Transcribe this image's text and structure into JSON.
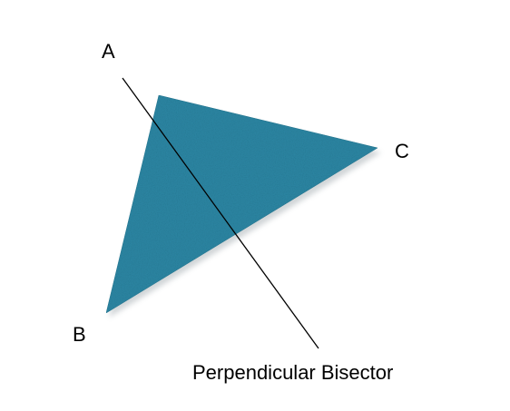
{
  "diagram": {
    "labels": {
      "a": "A",
      "b": "B",
      "c": "C",
      "caption": "Perpendicular Bisector"
    },
    "colors": {
      "triangle_fill": "#2f88a6",
      "triangle_fill_dark": "#257792",
      "line": "#000000",
      "shadow": "#9aa3a8"
    }
  }
}
